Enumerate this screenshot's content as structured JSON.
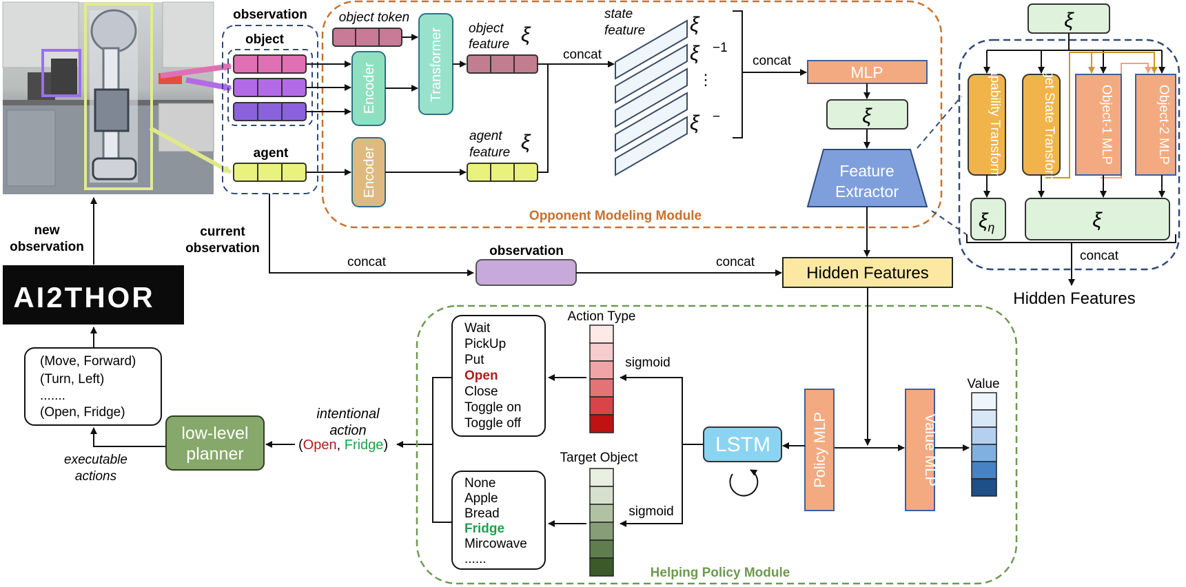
{
  "logo": {
    "text": "AI2THOR"
  },
  "left": {
    "new_observation": [
      "new",
      "observation"
    ],
    "current_observation": [
      "current",
      "observation"
    ],
    "actions_box": [
      "(Move, Forward)",
      "(Turn, Left)",
      ".......",
      "(Open, Fridge)"
    ],
    "executable_actions": [
      "executable",
      "actions"
    ],
    "low_level_planner": [
      "low-level",
      "planner"
    ],
    "intentional_action": [
      "intentional",
      "action"
    ],
    "intentional_tuple": {
      "open_paren": "(",
      "action": "Open",
      "comma": ", ",
      "object": "Fridge",
      "close_paren": ")"
    }
  },
  "observation_group": {
    "title": "observation",
    "object": "object",
    "agent": "agent"
  },
  "opponent": {
    "module_label": "Opponent Modeling Module",
    "object_token": "object token",
    "transformer": "Transformer",
    "encoder_top": "Encoder",
    "encoder_bottom": "Encoder",
    "object_feature": [
      "object",
      "feature"
    ],
    "agent_feature": [
      "agent",
      "feature"
    ],
    "state_feature": [
      "state",
      "feature"
    ],
    "concat_1": "concat",
    "concat_2": "concat",
    "xi": "ξ",
    "xi_minus_1": "−1",
    "xi_dots": "⋮",
    "xi_minus": "−",
    "mlp": "MLP",
    "feature_extractor": [
      "Feature",
      "Extractor"
    ]
  },
  "concat_labels": {
    "left": "concat",
    "right": "concat"
  },
  "observation_bar": "observation",
  "hidden_features": "Hidden Features",
  "detail": {
    "xi": "ξ",
    "capability_transformer": "Capability Transformer",
    "target_state_transformer": "Target State Transformer",
    "object1_mlp": "Object-1 MLP",
    "object2_mlp": "Object-2 MLP",
    "xi_eta": "ξ",
    "eta": "η",
    "concat": "concat",
    "hidden_features": "Hidden Features"
  },
  "policy": {
    "module_label": "Helping Policy Module",
    "action_type": "Action Type",
    "target_object": "Target Object",
    "sigmoid_top": "sigmoid",
    "sigmoid_bottom": "sigmoid",
    "actions": [
      "Wait",
      "PickUp",
      "Put",
      "Open",
      "Close",
      "Toggle on",
      "Toggle off"
    ],
    "objects": [
      "None",
      "Apple",
      "Bread",
      "Fridge",
      "Mircowave",
      "......"
    ],
    "lstm": "LSTM",
    "policy_mlp": "Policy MLP",
    "value_mlp": "Value MLP",
    "value": "Value"
  },
  "colors": {
    "object_rows": [
      "#e070b4",
      "#b36ae6",
      "#8a62de"
    ],
    "agent_row": "#eaf27e",
    "object_token": "#c97a96",
    "object_feature": "#c27e90",
    "encoder_top": "#8fe0c0",
    "encoder_bottom": "#dfba80",
    "transformer": "#98e2cb",
    "mlp_orange": "#f4aa80",
    "light_green": "#dff2dc",
    "feature_extractor": "#7f9fdc",
    "hidden": "#fde8a3",
    "observation_bar": "#c8a9db",
    "planner": "#86a86a",
    "lstm": "#8ad4f1",
    "capability": "#f0b44a",
    "open_red": "#b01c1c",
    "fridge_green": "#1fa04a",
    "opponent_border": "#c8702c",
    "policy_border": "#6c9a4e",
    "detail_border": "#2d4a78",
    "action_heat": [
      "#fce9e8",
      "#f6cccc",
      "#f1a3a6",
      "#e27478",
      "#d84448",
      "#c01212"
    ],
    "object_heat": [
      "#e9efe1",
      "#d6e0cd",
      "#b1c2a2",
      "#869d78",
      "#5e7e4e",
      "#3b5a2a"
    ],
    "value_heat": [
      "#eef5fc",
      "#d7e7f6",
      "#b4d0ee",
      "#7fb0e0",
      "#4783c2",
      "#1e4f86"
    ]
  }
}
